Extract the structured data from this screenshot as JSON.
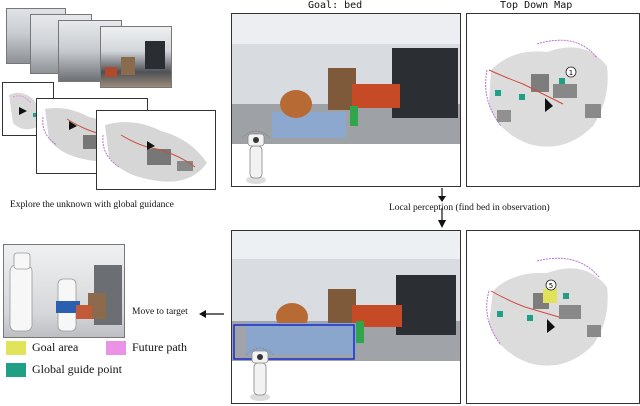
{
  "headers": {
    "goal": "Goal: bed",
    "top_down": "Top Down Map"
  },
  "captions": {
    "explore": "Explore the unknown with global guidance",
    "local_perception": "Local perception (find bed in observation)",
    "move_to_target": "Move to target"
  },
  "legend": {
    "items": [
      {
        "label": "Goal area",
        "color": "#e1e35a"
      },
      {
        "label": "Future path",
        "color": "#ea92e6"
      },
      {
        "label": "Global guide point",
        "color": "#1f9f84"
      }
    ]
  },
  "map_markers": {
    "top_step": "1",
    "bottom_step": "5"
  },
  "colors": {
    "goal": "#e1e35a",
    "future_path": "#ea92e6",
    "guide": "#1f9f84",
    "detect_box": "#2233cc"
  }
}
